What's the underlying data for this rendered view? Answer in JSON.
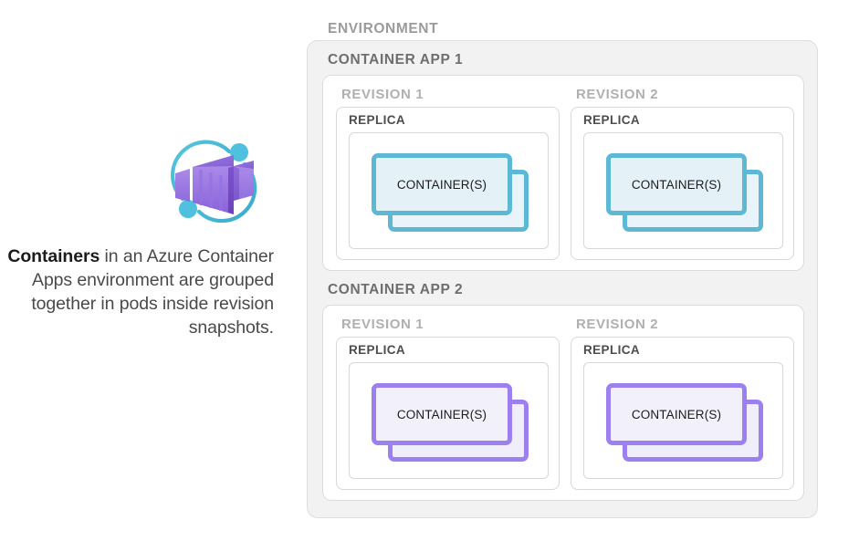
{
  "caption": {
    "bold_lead": "Containers",
    "rest": " in an Azure Container Apps environment are grouped together in pods inside revision snapshots."
  },
  "logo": {
    "name": "azure-container-apps-logo",
    "arc_color": "#3fb8d4",
    "box_color": "#8661d6",
    "dot_color": "#4fc0de"
  },
  "colors": {
    "environment_fill": "#f2f2f2",
    "environment_border": "#dedede",
    "app_border": "#dcdcdc",
    "teal_border": "#5cb8d4",
    "teal_fill": "#e4f2f8",
    "purple_border": "#9c80ef",
    "purple_fill": "#f2f0fa",
    "label_env": "#9b9b9b",
    "label_app": "#6e6e6e",
    "label_revision": "#b0b0b0",
    "label_replica": "#4d4d4d"
  },
  "diagram": {
    "environment_label": "ENVIRONMENT",
    "apps": [
      {
        "label": "CONTAINER APP 1",
        "theme": "teal",
        "revisions": [
          {
            "label": "REVISION 1",
            "replica_label": "REPLICA",
            "container_label": "CONTAINER(S)"
          },
          {
            "label": "REVISION 2",
            "replica_label": "REPLICA",
            "container_label": "CONTAINER(S)"
          }
        ]
      },
      {
        "label": "CONTAINER APP 2",
        "theme": "purple",
        "revisions": [
          {
            "label": "REVISION 1",
            "replica_label": "REPLICA",
            "container_label": "CONTAINER(S)"
          },
          {
            "label": "REVISION 2",
            "replica_label": "REPLICA",
            "container_label": "CONTAINER(S)"
          }
        ]
      }
    ]
  }
}
